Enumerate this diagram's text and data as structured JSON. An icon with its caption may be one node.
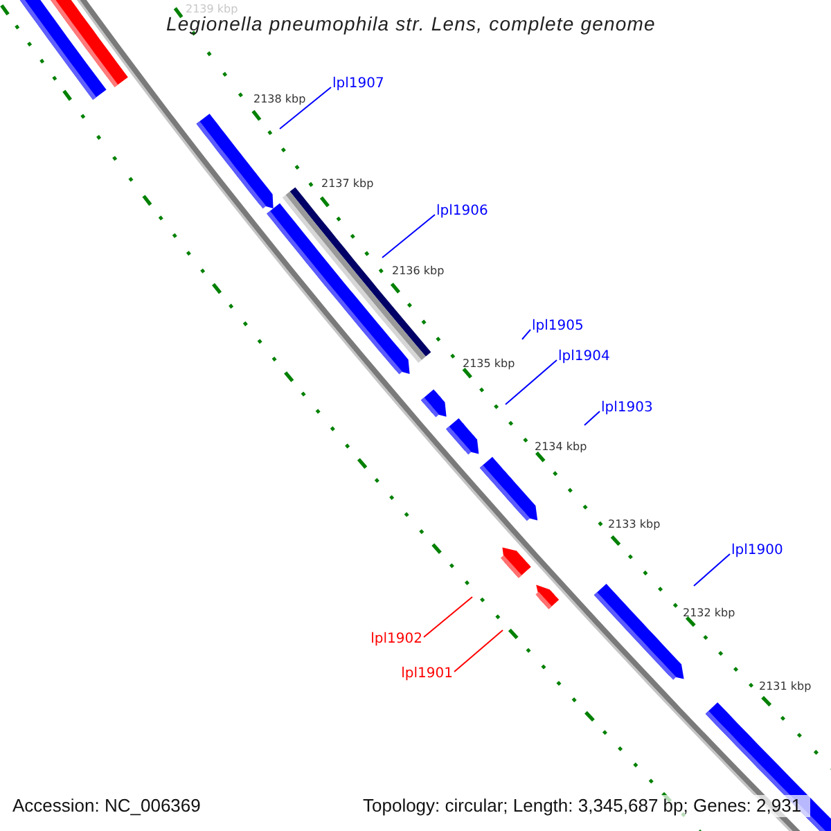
{
  "diagram": {
    "title": "Legionella pneumophila str. Lens, complete genome",
    "nodes": [
      {
        "text": [
          "lpl1907"
        ]
      },
      {
        "text": [
          "lpl1906"
        ]
      },
      {
        "text": [
          "lpl1905"
        ]
      },
      {
        "text": [
          "lpl1904"
        ]
      },
      {
        "text": [
          "lpl1903"
        ]
      },
      {
        "text": [
          "lpl1900"
        ]
      },
      {
        "text": [
          "lpl1902"
        ]
      },
      {
        "text": [
          "lpl1901"
        ]
      }
    ],
    "edges": [
      {
        "from": 0,
        "to": null,
        "arrow": "none"
      },
      {
        "from": 1,
        "to": null,
        "arrow": "none"
      },
      {
        "from": 2,
        "to": null,
        "arrow": "none"
      },
      {
        "from": 3,
        "to": null,
        "arrow": "none"
      },
      {
        "from": 4,
        "to": null,
        "arrow": "none"
      },
      {
        "from": 5,
        "to": null,
        "arrow": "none"
      },
      {
        "from": 6,
        "to": null,
        "arrow": "none",
        "color": "#ff0000"
      },
      {
        "from": 7,
        "to": null,
        "arrow": "none",
        "color": "#ff0000"
      }
    ],
    "labels": [
      "2139 kbp",
      "2138 kbp",
      "2137 kbp",
      "2136 kbp",
      "2135 kbp",
      "2134 kbp",
      "2133 kbp",
      "2132 kbp",
      "2131 kbp",
      "Accession: NC_006369",
      "Topology: circular; Length: 3,345,687 bp; Genes: 2,931"
    ]
  }
}
